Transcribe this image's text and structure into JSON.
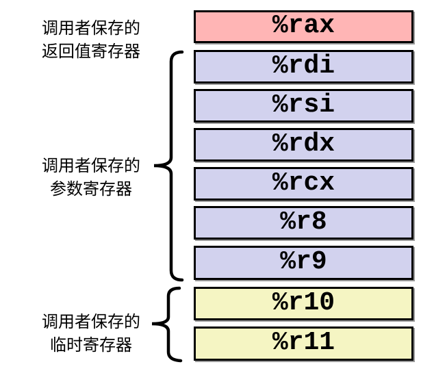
{
  "labels": {
    "return_value": {
      "line1": "调用者保存的",
      "line2": "返回值寄存器"
    },
    "parameters": {
      "line1": "调用者保存的",
      "line2": "参数寄存器"
    },
    "temporaries": {
      "line1": "调用者保存的",
      "line2": "临时寄存器"
    }
  },
  "registers": {
    "items": [
      {
        "name": "%rax",
        "group": "return-value",
        "fill": "#ffb5b5"
      },
      {
        "name": "%rdi",
        "group": "parameter",
        "fill": "#d2d2ee"
      },
      {
        "name": "%rsi",
        "group": "parameter",
        "fill": "#d2d2ee"
      },
      {
        "name": "%rdx",
        "group": "parameter",
        "fill": "#d2d2ee"
      },
      {
        "name": "%rcx",
        "group": "parameter",
        "fill": "#d2d2ee"
      },
      {
        "name": "%r8",
        "group": "parameter",
        "fill": "#d2d2ee"
      },
      {
        "name": "%r9",
        "group": "parameter",
        "fill": "#d2d2ee"
      },
      {
        "name": "%r10",
        "group": "temporary",
        "fill": "#f5f5c3"
      },
      {
        "name": "%r11",
        "group": "temporary",
        "fill": "#f5f5c3"
      }
    ]
  },
  "colors": {
    "return_value_fill": "#ffb5b5",
    "parameter_fill": "#d2d2ee",
    "temporary_fill": "#f5f5c3",
    "box_border": "#000000",
    "box_shadow": "#9a9a9a",
    "brace_stroke": "#000000",
    "text": "#000000",
    "background": "#ffffff"
  }
}
